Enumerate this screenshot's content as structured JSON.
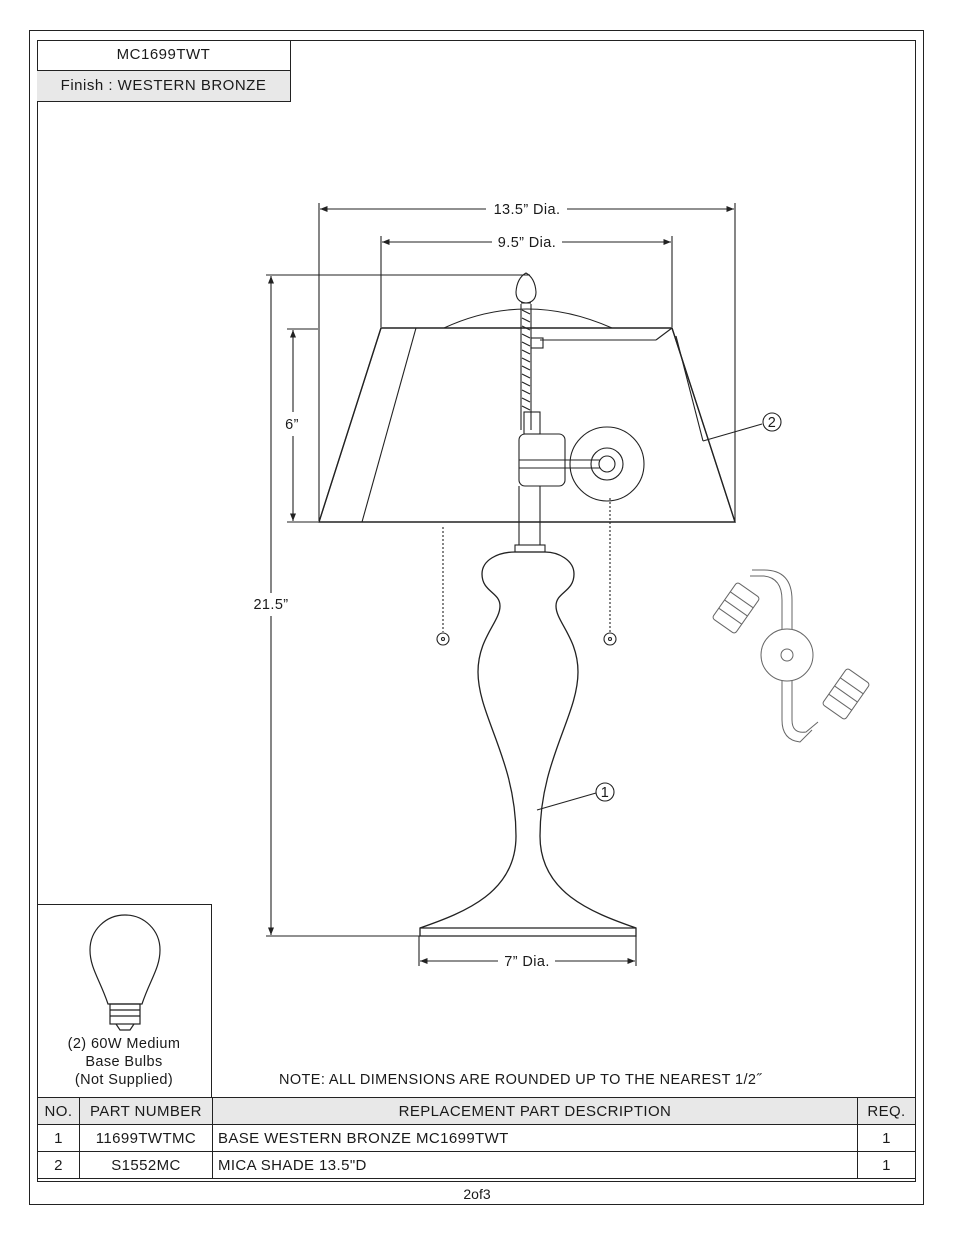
{
  "header": {
    "model": "MC1699TWT",
    "finish": "Finish : WESTERN BRONZE"
  },
  "dimensions": {
    "shade_bottom": "13.5” Dia.",
    "shade_top": "9.5” Dia.",
    "shade_height": "6”",
    "total_height": "21.5”",
    "base": "7” Dia."
  },
  "callouts": {
    "base": "1",
    "shade": "2"
  },
  "bulb": {
    "line1": "(2) 60W Medium",
    "line2": "Base Bulbs",
    "line3": "(Not Supplied)"
  },
  "note": "NOTE:  ALL DIMENSIONS ARE ROUNDED UP TO THE NEAREST  1/2˝",
  "parts_table": {
    "headers": {
      "no": "NO.",
      "part_number": "PART NUMBER",
      "description": "REPLACEMENT PART DESCRIPTION",
      "req": "REQ."
    },
    "rows": [
      {
        "no": "1",
        "part_number": "11699TWTMC",
        "description": "BASE WESTERN BRONZE MC1699TWT",
        "req": "1"
      },
      {
        "no": "2",
        "part_number": "S1552MC",
        "description": "MICA SHADE 13.5\"D",
        "req": "1"
      }
    ]
  },
  "page_number": "2of3"
}
